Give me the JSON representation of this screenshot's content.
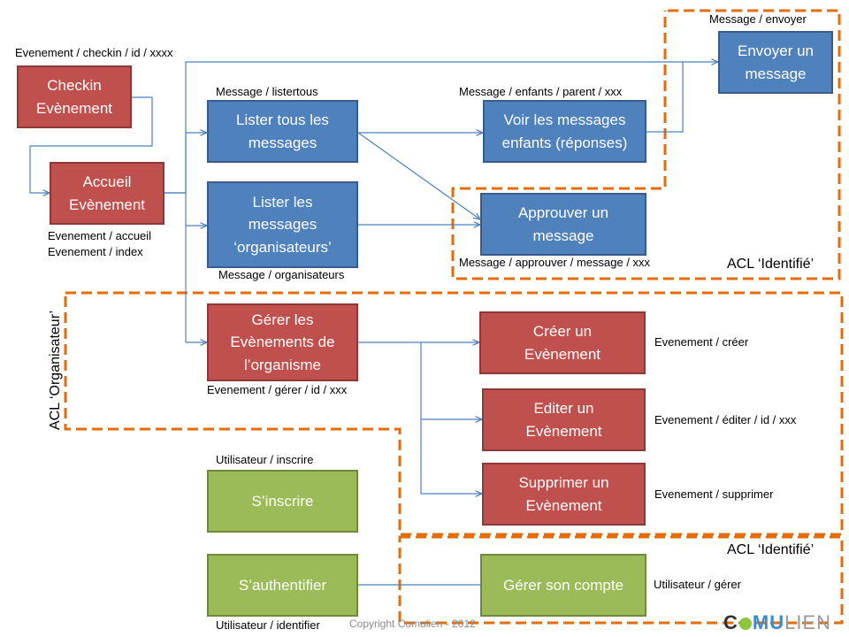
{
  "boxes": {
    "checkin_event": "Checkin\nEvènement",
    "accueil_event": "Accueil\nEvènement",
    "lister_tous": "Lister tous les\nmessages",
    "lister_orgs": "Lister les\nmessages\n‘organisateurs’",
    "voir_enfants": "Voir les messages\nenfants (réponses)",
    "approuver": "Approuver un\nmessage",
    "envoyer": "Envoyer un\nmessage",
    "gerer_events": "Gérer les\nEvènements de\nl’organisme",
    "creer_event": "Créer un\nEvènement",
    "editer_event": "Editer un\nEvènement",
    "supprimer_event": "Supprimer un\nEvènement",
    "inscrire": "S’inscrire",
    "authentifier": "S’authentifier",
    "gerer_compte": "Gérer son compte"
  },
  "routes": {
    "checkin": "Evenement / checkin / id / xxxx",
    "accueil_1": "Evenement / accueil",
    "accueil_2": "Evenement / index",
    "listertous": "Message / listertous",
    "organisateurs": "Message / organisateurs",
    "enfants": "Message / enfants / parent / xxx",
    "approuver": "Message / approuver / message / xxx",
    "envoyer": "Message / envoyer",
    "gerer": "Evenement / gérer /  id / xxx",
    "creer": "Evenement / créer",
    "editer": "Evenement / éditer / id / xxx",
    "supprimer": "Evenement / supprimer",
    "inscrire": "Utilisateur /  inscrire",
    "identifier": "Utilisateur / identifier",
    "gerer_compte": "Utilisateur / gérer"
  },
  "acl": {
    "identifie_top": "ACL ‘Identifié’",
    "organisateur": "ACL ‘Organisateur’",
    "identifie_bottom": "ACL ‘Identifié’"
  },
  "footer": {
    "copyright": "Copyright Comulien - 2012",
    "logo_co": "C",
    "logo_mu": "MU",
    "logo_lien": "LIEN"
  },
  "colors": {
    "red": "#c0504d",
    "blue": "#4f81bd",
    "green": "#9bbb59",
    "connector": "#4f81bd",
    "acl_border": "#e46c0a"
  }
}
